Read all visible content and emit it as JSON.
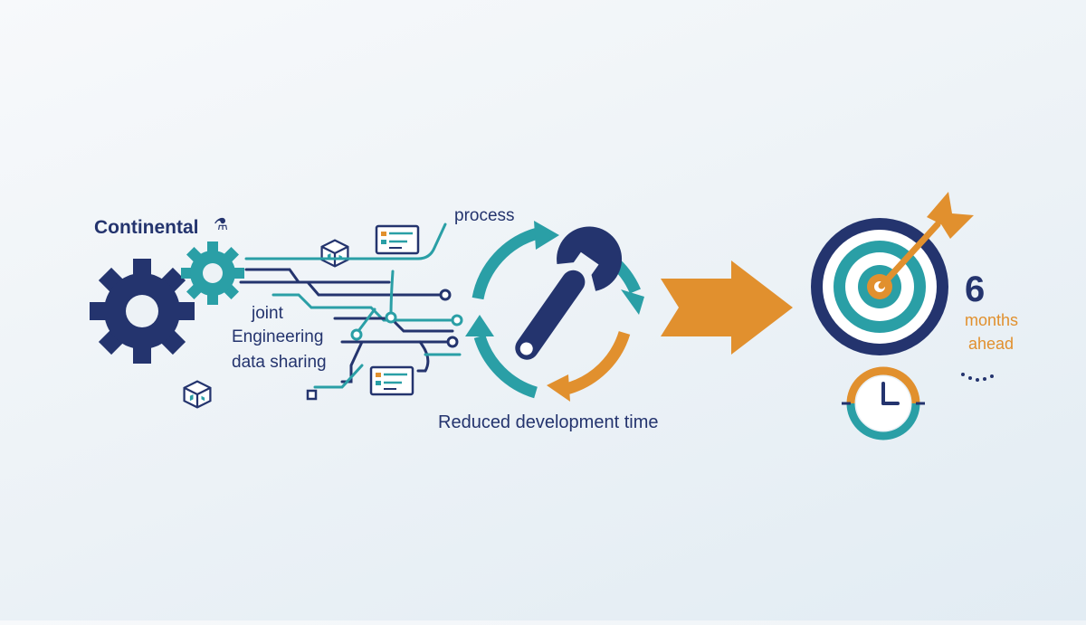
{
  "left": {
    "brand": "Continental",
    "share_line1": "joint",
    "share_line2": "Engineering",
    "share_line3": "data sharing"
  },
  "middle": {
    "process_label": "process",
    "caption": "Reduced development time"
  },
  "right": {
    "number": "6",
    "months": "months",
    "ahead": "ahead"
  },
  "colors": {
    "navy": "#24346e",
    "teal": "#2a9fa6",
    "orange": "#e1902e",
    "white": "#ffffff"
  },
  "icons": [
    "navy-gear-icon",
    "teal-gear-icon",
    "cube-icon",
    "document-card-icon",
    "circuit-lines",
    "cycle-arrows-icon",
    "wrench-icon",
    "big-arrow-icon",
    "target-icon",
    "dart-icon",
    "clock-icon",
    "moon-icon"
  ]
}
